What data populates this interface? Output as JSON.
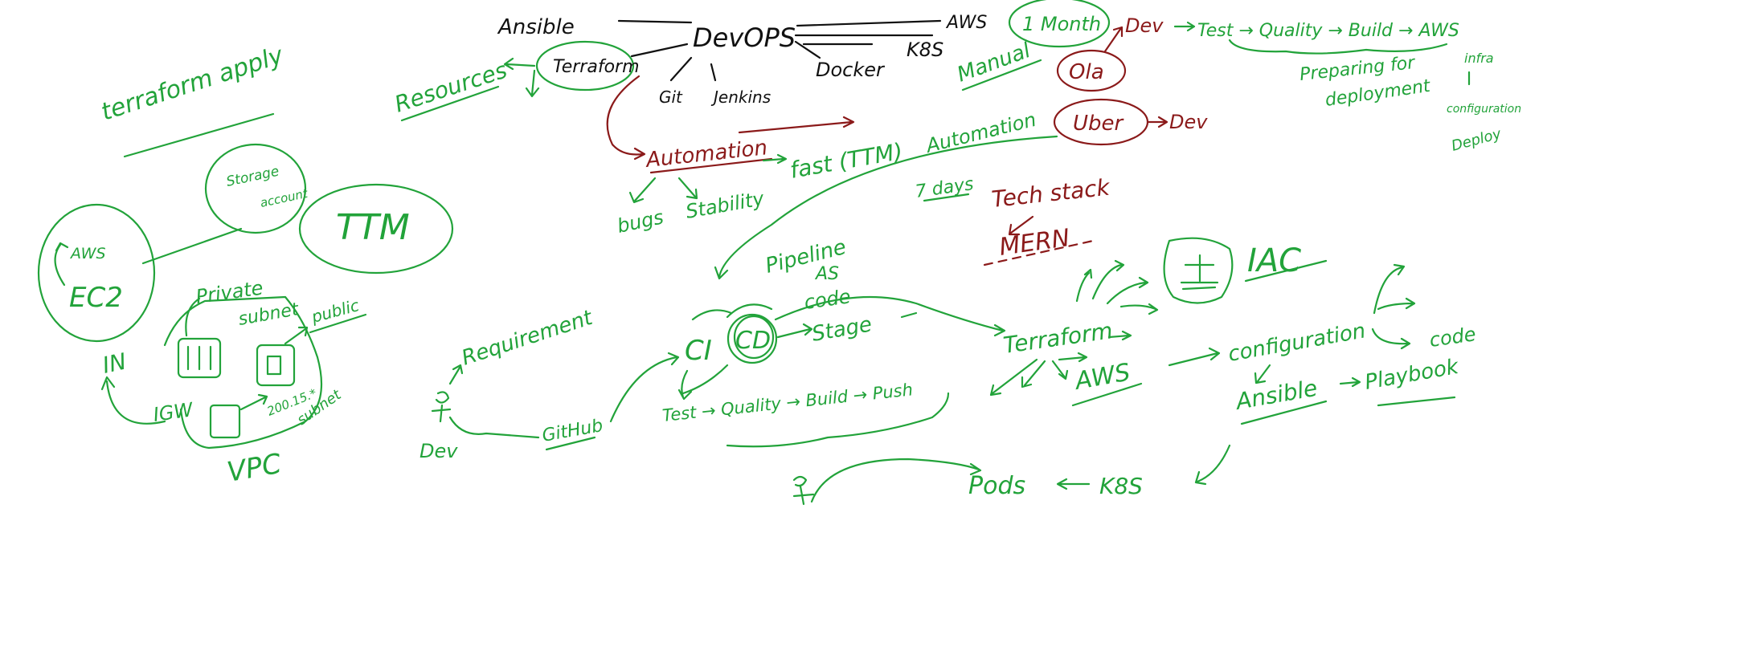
{
  "colors": {
    "green": "#22a33a",
    "black": "#111111",
    "maroon": "#8b1a1a",
    "background": "#ffffff"
  },
  "left": {
    "terraform_apply": "terraform apply",
    "storage": "Storage",
    "account": "account",
    "ttm": "TTM",
    "aws": "AWS",
    "ec2": "EC2",
    "private": "Private",
    "subnet": "subnet",
    "public": "public",
    "subnet2": "subnet",
    "in": "IN",
    "igw": "IGW",
    "ip": "200.15.*",
    "vpc": "VPC"
  },
  "top": {
    "ansible": "Ansible",
    "devops": "DevOPS",
    "aws": "AWS",
    "terraform": "Terraform",
    "resources": "Resources",
    "git": "Git",
    "jenkins": "Jenkins",
    "docker": "Docker",
    "k8s": "K8S",
    "one_month": "1 Month",
    "manual": "Manual",
    "ola": "Ola",
    "uber": "Uber",
    "dev_top": "Dev",
    "dev_uber": "Dev",
    "flow": "Test → Quality → Build → AWS",
    "preparing": "Preparing for",
    "deployment": "deployment",
    "infra": "infra",
    "config": "configuration",
    "deploy": "Deploy"
  },
  "middle": {
    "automation_red": "Automation",
    "fast": "fast (TTM)",
    "automation_green": "Automation",
    "bugs": "bugs",
    "stability": "Stability",
    "seven_days": "7 days",
    "tech_stack": "Tech stack",
    "mern": "MERN",
    "pipeline": "Pipeline",
    "as": "AS",
    "code": "code",
    "iac": "IAC"
  },
  "bottom": {
    "requirement": "Requirement",
    "dev": "Dev",
    "github": "GitHub",
    "ci": "CI",
    "cd": "CD",
    "stage": "Stage",
    "test_chain": "Test → Quality → Build → Push",
    "terraform": "Terraform",
    "aws": "AWS",
    "configuration": "configuration",
    "code": "code",
    "ansible": "Ansible",
    "playbook": "Playbook",
    "pods": "Pods",
    "k8s": "K8S"
  }
}
